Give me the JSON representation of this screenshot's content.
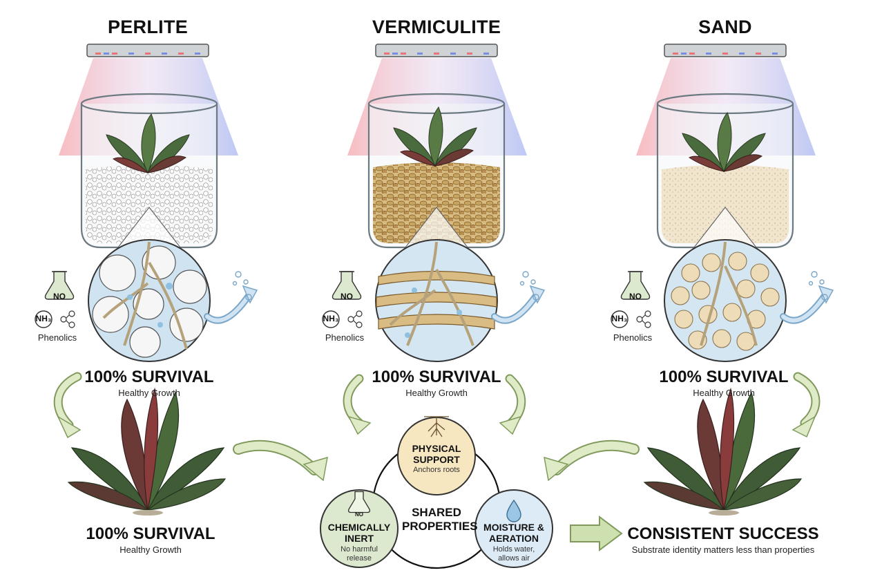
{
  "columns": [
    {
      "title": "PERLITE",
      "survival": "100% SURVIVAL",
      "growth": "Healthy Growth",
      "no_label": "NO",
      "nh3_label": "NH₃",
      "phenolics_label": "Phenolics",
      "bottom_survival": "100% SURVIVAL",
      "bottom_growth": "Healthy Growth"
    },
    {
      "title": "VERMICULITE",
      "survival": "100% SURVIVAL",
      "growth": "Healthy Growth",
      "no_label": "NO",
      "nh3_label": "NH₃",
      "phenolics_label": "Phenolics"
    },
    {
      "title": "SAND",
      "survival": "100% SURVIVAL",
      "growth": "Healthy Growth",
      "no_label": "NO",
      "nh3_label": "NH₃",
      "phenolics_label": "Phenolics"
    }
  ],
  "shared": {
    "center_label": "SHARED PROPERTIES",
    "physical_support": {
      "title": "PHYSICAL SUPPORT",
      "desc": "Anchors roots"
    },
    "chemically_inert": {
      "badge": "NO",
      "title": "CHEMICALLY INERT",
      "desc": "No harmful release"
    },
    "moisture_aeration": {
      "title": "MOISTURE & AERATION",
      "desc": "Holds water, allows air"
    }
  },
  "outcome": {
    "title": "CONSISTENT SUCCESS",
    "subtitle": "Substrate identity matters less than properties"
  },
  "colors": {
    "arrow_green": "#cfe0b0",
    "arrow_stroke": "#7f9a5c",
    "water_blue": "#bcd8ec",
    "leaf_green": "#3c5a35",
    "leaf_red": "#9a3b3b",
    "perlite": "#f2f2f2",
    "vermiculite": "#c9a86a",
    "sand": "#efe2c8",
    "grow_red": "#e8747a",
    "grow_blue": "#7a8de0"
  }
}
